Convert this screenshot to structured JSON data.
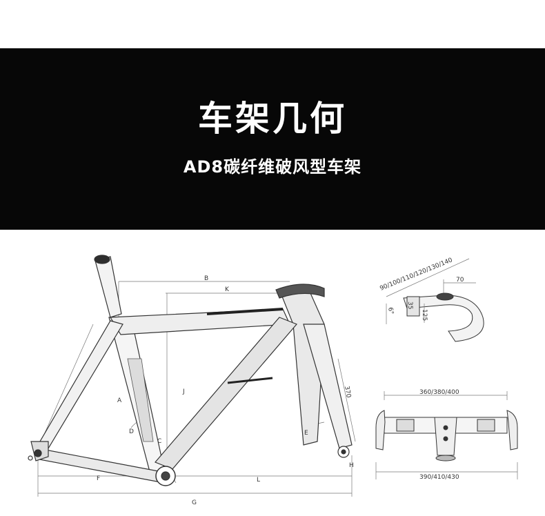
{
  "header": {
    "title": "车架几何",
    "subtitle": "AD8碳纤维破风型车架"
  },
  "frame_labels": {
    "a": "A",
    "b": "B",
    "c": "C",
    "d": "D",
    "e": "E",
    "f": "F",
    "g": "G",
    "h": "H",
    "j": "J",
    "k": "K",
    "l": "L",
    "fork_length": "370"
  },
  "stem": {
    "lengths": "90/100/110/120/130/140",
    "reach": "70",
    "angle": "6°",
    "height_a": "35",
    "height_b": "125"
  },
  "handlebar": {
    "top_widths": "360/380/400",
    "bottom_widths": "390/410/430"
  },
  "colors": {
    "banner": "#070707",
    "line": "#333333",
    "frame_dark": "#2e2e2e"
  }
}
